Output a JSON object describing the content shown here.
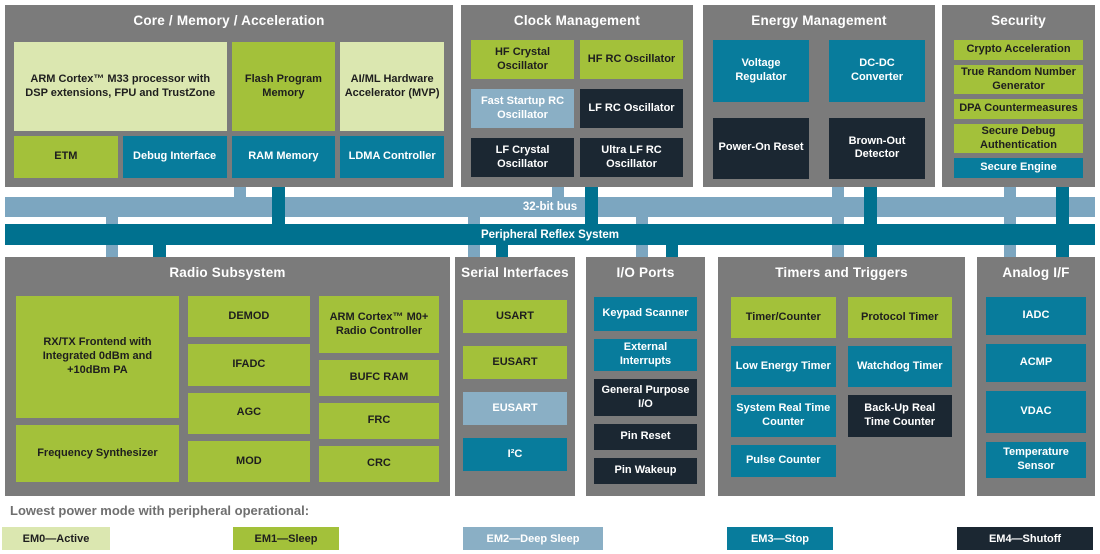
{
  "palette": {
    "em0_active": "#dbe7b0",
    "em1_sleep": "#a3c13a",
    "em2_deep_sleep": "#8aafc5",
    "em3_stop": "#087c9c",
    "em4_shutoff": "#1b2732",
    "container_gray": "#7b7b7b",
    "bus_light": "#7ca6c0",
    "bus_dark": "#00718f"
  },
  "buses": {
    "bus32": "32-bit bus",
    "prs": "Peripheral Reflex System"
  },
  "sections": {
    "core": {
      "title": "Core / Memory / Acceleration",
      "blocks": [
        {
          "label": "ARM Cortex™ M33 processor with DSP extensions, FPU and TrustZone",
          "mode": "EM0"
        },
        {
          "label": "Flash Program Memory",
          "mode": "EM1"
        },
        {
          "label": "AI/ML Hardware Accelerator (MVP)",
          "mode": "EM0"
        },
        {
          "label": "ETM",
          "mode": "EM1"
        },
        {
          "label": "Debug Interface",
          "mode": "EM3"
        },
        {
          "label": "RAM Memory",
          "mode": "EM3"
        },
        {
          "label": "LDMA Controller",
          "mode": "EM3"
        }
      ]
    },
    "clock": {
      "title": "Clock Management",
      "blocks": [
        {
          "label": "HF Crystal Oscillator",
          "mode": "EM1"
        },
        {
          "label": "HF RC Oscillator",
          "mode": "EM1"
        },
        {
          "label": "Fast Startup RC Oscillator",
          "mode": "EM2"
        },
        {
          "label": "LF RC Oscillator",
          "mode": "EM4"
        },
        {
          "label": "LF Crystal Oscillator",
          "mode": "EM4"
        },
        {
          "label": "Ultra LF RC Oscillator",
          "mode": "EM4"
        }
      ]
    },
    "energy": {
      "title": "Energy Management",
      "blocks": [
        {
          "label": "Voltage Regulator",
          "mode": "EM3"
        },
        {
          "label": "DC-DC Converter",
          "mode": "EM3"
        },
        {
          "label": "Power-On Reset",
          "mode": "EM4"
        },
        {
          "label": "Brown-Out Detector",
          "mode": "EM4"
        }
      ]
    },
    "security": {
      "title": "Security",
      "blocks": [
        {
          "label": "Crypto Acceleration",
          "mode": "EM1"
        },
        {
          "label": "True Random Number Generator",
          "mode": "EM1"
        },
        {
          "label": "DPA Countermeasures",
          "mode": "EM1"
        },
        {
          "label": "Secure Debug Authentication",
          "mode": "EM1"
        },
        {
          "label": "Secure Engine",
          "mode": "EM3"
        }
      ]
    },
    "radio": {
      "title": "Radio Subsystem",
      "blocks": [
        {
          "label": "RX/TX Frontend with Integrated 0dBm and +10dBm PA",
          "mode": "EM1"
        },
        {
          "label": "Frequency Synthesizer",
          "mode": "EM1"
        },
        {
          "label": "DEMOD",
          "mode": "EM1"
        },
        {
          "label": "IFADC",
          "mode": "EM1"
        },
        {
          "label": "AGC",
          "mode": "EM1"
        },
        {
          "label": "MOD",
          "mode": "EM1"
        },
        {
          "label": "ARM Cortex™ M0+ Radio Controller",
          "mode": "EM1"
        },
        {
          "label": "BUFC RAM",
          "mode": "EM1"
        },
        {
          "label": "FRC",
          "mode": "EM1"
        },
        {
          "label": "CRC",
          "mode": "EM1"
        }
      ]
    },
    "serial": {
      "title": "Serial Interfaces",
      "blocks": [
        {
          "label": "USART",
          "mode": "EM1"
        },
        {
          "label": "EUSART",
          "mode": "EM1"
        },
        {
          "label": "EUSART",
          "mode": "EM2"
        },
        {
          "label": "I²C",
          "mode": "EM3"
        }
      ]
    },
    "io": {
      "title": "I/O Ports",
      "blocks": [
        {
          "label": "Keypad Scanner",
          "mode": "EM3"
        },
        {
          "label": "External Interrupts",
          "mode": "EM3"
        },
        {
          "label": "General Purpose I/O",
          "mode": "EM4"
        },
        {
          "label": "Pin Reset",
          "mode": "EM4"
        },
        {
          "label": "Pin Wakeup",
          "mode": "EM4"
        }
      ]
    },
    "timers": {
      "title": "Timers and Triggers",
      "blocks": [
        {
          "label": "Timer/Counter",
          "mode": "EM1"
        },
        {
          "label": "Protocol Timer",
          "mode": "EM1"
        },
        {
          "label": "Low Energy Timer",
          "mode": "EM3"
        },
        {
          "label": "Watchdog Timer",
          "mode": "EM3"
        },
        {
          "label": "System Real Time Counter",
          "mode": "EM3"
        },
        {
          "label": "Back-Up Real Time Counter",
          "mode": "EM4"
        },
        {
          "label": "Pulse Counter",
          "mode": "EM3"
        }
      ]
    },
    "analog": {
      "title": "Analog I/F",
      "blocks": [
        {
          "label": "IADC",
          "mode": "EM3"
        },
        {
          "label": "ACMP",
          "mode": "EM3"
        },
        {
          "label": "VDAC",
          "mode": "EM3"
        },
        {
          "label": "Temperature Sensor",
          "mode": "EM3"
        }
      ]
    }
  },
  "legend": {
    "title": "Lowest power mode with peripheral operational:",
    "items": [
      {
        "label": "EM0—Active",
        "mode": "EM0"
      },
      {
        "label": "EM1—Sleep",
        "mode": "EM1"
      },
      {
        "label": "EM2—Deep Sleep",
        "mode": "EM2"
      },
      {
        "label": "EM3—Stop",
        "mode": "EM3"
      },
      {
        "label": "EM4—Shutoff",
        "mode": "EM4"
      }
    ]
  }
}
